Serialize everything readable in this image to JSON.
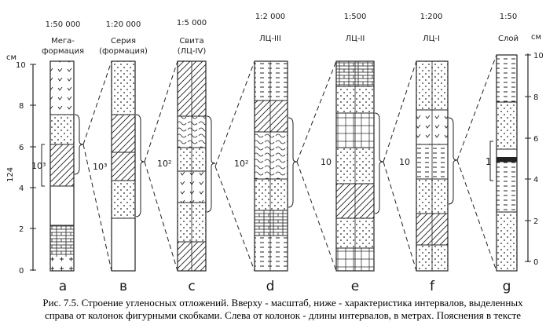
{
  "left_axis": {
    "unit": "см",
    "ticks": [
      "0",
      "2",
      "4",
      "6",
      "8",
      "10"
    ],
    "side_label": "124"
  },
  "right_axis": {
    "unit": "см",
    "ticks": [
      "0",
      "2",
      "4",
      "6",
      "8",
      "10"
    ]
  },
  "columns": [
    {
      "id": "a",
      "scale": "1:50 000",
      "title_line1": "Мега-",
      "title_line2": "формация",
      "letter": "a",
      "interval": "10³"
    },
    {
      "id": "b",
      "scale": "1:20 000",
      "title_line1": "Серия",
      "title_line2": "(формация)",
      "letter": "в",
      "interval": "10³"
    },
    {
      "id": "c",
      "scale": "1:5 000",
      "title_line1": "Свита",
      "title_line2": "(ЛЦ-IV)",
      "letter": "c",
      "interval": "10²"
    },
    {
      "id": "d",
      "scale": "1:2 000",
      "title_line1": "ЛЦ-III",
      "title_line2": "",
      "letter": "d",
      "interval": "10²"
    },
    {
      "id": "e",
      "scale": "1:500",
      "title_line1": "ЛЦ-II",
      "title_line2": "",
      "letter": "e",
      "interval": "10"
    },
    {
      "id": "f",
      "scale": "1:200",
      "title_line1": "ЛЦ-I",
      "title_line2": "",
      "letter": "f",
      "interval": "10"
    },
    {
      "id": "g",
      "scale": "1:50",
      "title_line1": "Слой",
      "title_line2": "",
      "letter": "g",
      "interval": "1"
    }
  ],
  "caption": "Рис. 7.5. Строение угленосных отложений. Вверху - масштаб, ниже - характеристика интервалов, выделенных справа от колонок фигурными скобками. Слева от колонок - длины интервалов, в метрах. Пояснения в тексте"
}
